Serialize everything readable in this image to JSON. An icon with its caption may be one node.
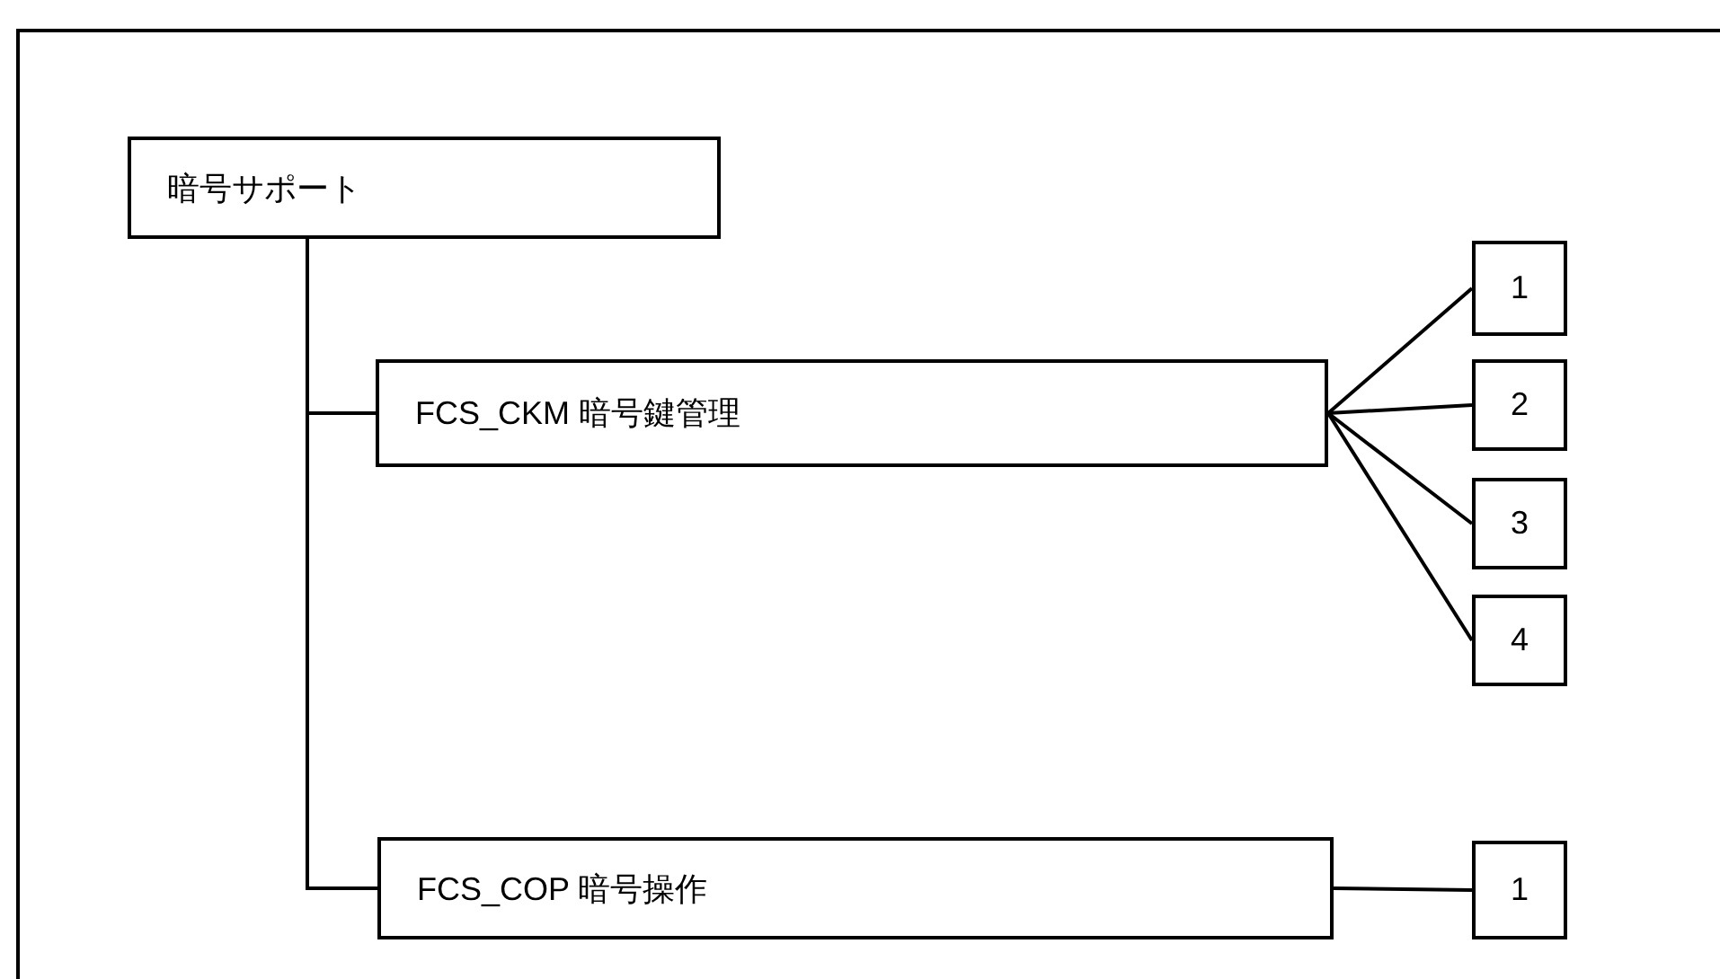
{
  "diagram": {
    "nodes": [
      {
        "text": [
          "暗号サポート"
        ]
      },
      {
        "text": [
          "FCS_CKM 暗号鍵管理"
        ]
      },
      {
        "text": [
          "1"
        ]
      },
      {
        "text": [
          "2"
        ]
      },
      {
        "text": [
          "3"
        ]
      },
      {
        "text": [
          "4"
        ]
      },
      {
        "text": [
          "FCS_COP 暗号操作"
        ]
      },
      {
        "text": [
          "1"
        ]
      }
    ],
    "edges": [
      {
        "from": 0,
        "to": 1,
        "arrow": "none"
      },
      {
        "from": 0,
        "to": 6,
        "arrow": "none"
      },
      {
        "from": 1,
        "to": 2,
        "arrow": "none"
      },
      {
        "from": 1,
        "to": 3,
        "arrow": "none"
      },
      {
        "from": 1,
        "to": 4,
        "arrow": "none"
      },
      {
        "from": 1,
        "to": 5,
        "arrow": "none"
      },
      {
        "from": 6,
        "to": 7,
        "arrow": "none"
      }
    ]
  }
}
